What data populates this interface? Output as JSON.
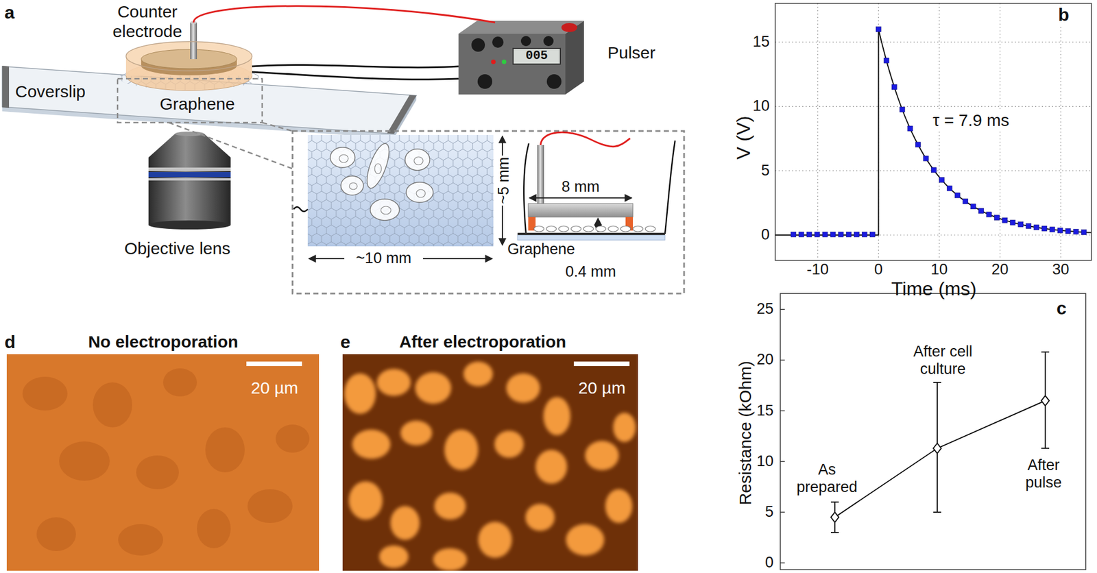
{
  "diagram": {
    "labels": [
      "a",
      "Counter electrode",
      "Coverslip",
      "Graphene",
      "Pulser",
      "005",
      "Objective lens",
      "~5 mm",
      "~10 mm",
      "8 mm",
      "Graphene",
      "0.4 mm",
      "b",
      "15",
      "10",
      "5",
      "0",
      "-10",
      "0",
      "10",
      "20",
      "30",
      "V (V)",
      "Time (ms)",
      "τ = 7.9 ms",
      "c",
      "25",
      "20",
      "15",
      "10",
      "5",
      "0",
      "Resistance (kOhm)",
      "As prepared",
      "After cell culture",
      "After pulse",
      "d",
      "No electroporation",
      "20 µm",
      "e",
      "After electroporation",
      "20 µm"
    ]
  }
}
